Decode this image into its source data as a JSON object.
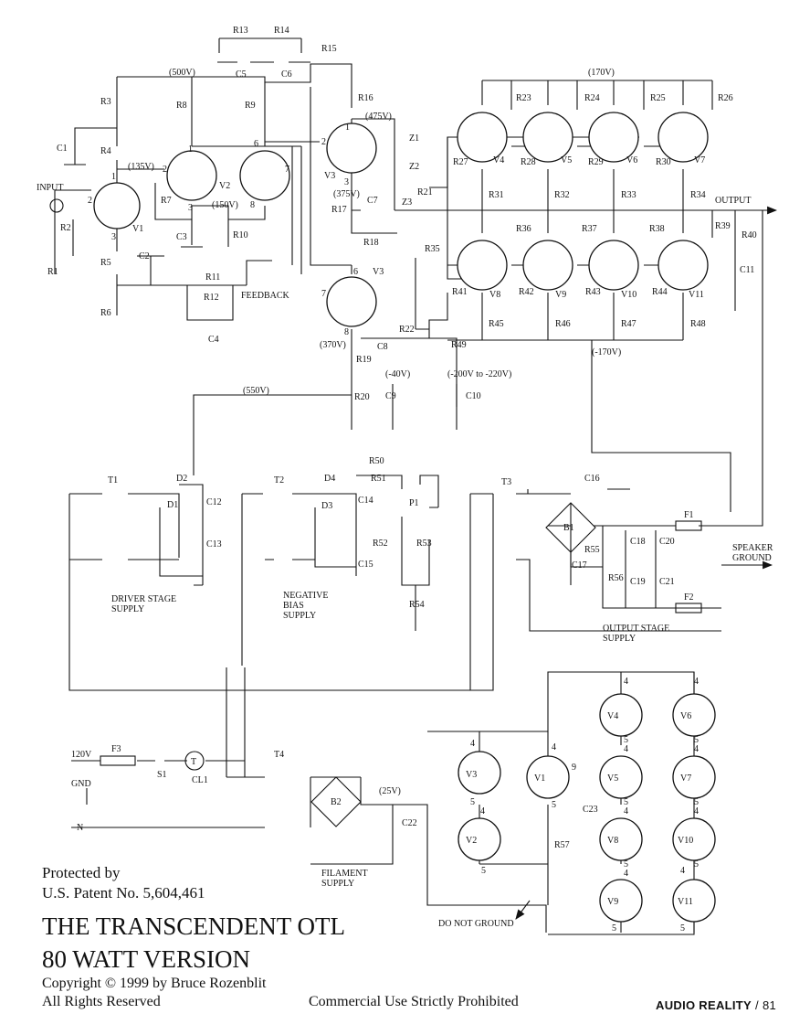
{
  "rails": {
    "v500": "(500V)",
    "v170": "(170V)",
    "v135": "(135V)",
    "v475": "(475V)",
    "v375": "(375V)",
    "v150": "(150V)",
    "v550": "(550V)",
    "v370": "(370V)",
    "vneg40": "(-40V)",
    "vneg200": "(-200V to -220V)",
    "vneg170": "(-170V)",
    "v25": "(25V)"
  },
  "labels": {
    "input": "INPUT",
    "output": "OUTPUT",
    "feedback": "FEEDBACK",
    "speaker_ground_1": "SPEAKER",
    "speaker_ground_2": "GROUND",
    "driver_supply_1": "DRIVER STAGE",
    "driver_supply_2": "SUPPLY",
    "neg_bias_1": "NEGATIVE",
    "neg_bias_2": "BIAS",
    "neg_bias_3": "SUPPLY",
    "output_supply_1": "OUTPUT STAGE",
    "output_supply_2": "SUPPLY",
    "filament_1": "FILAMENT",
    "filament_2": "SUPPLY",
    "do_not_ground": "DO NOT GROUND",
    "v120": "120V",
    "gnd": "GND",
    "neutral": "N"
  },
  "components": {
    "R1": "R1",
    "R2": "R2",
    "R3": "R3",
    "R4": "R4",
    "R5": "R5",
    "R6": "R6",
    "R7": "R7",
    "R8": "R8",
    "R9": "R9",
    "R10": "R10",
    "R11": "R11",
    "R12": "R12",
    "R13": "R13",
    "R14": "R14",
    "R15": "R15",
    "R16": "R16",
    "R17": "R17",
    "R18": "R18",
    "R19": "R19",
    "R20": "R20",
    "R21": "R21",
    "R22": "R22",
    "R23": "R23",
    "R24": "R24",
    "R25": "R25",
    "R26": "R26",
    "R27": "R27",
    "R28": "R28",
    "R29": "R29",
    "R30": "R30",
    "R31": "R31",
    "R32": "R32",
    "R33": "R33",
    "R34": "R34",
    "R35": "R35",
    "R36": "R36",
    "R37": "R37",
    "R38": "R38",
    "R39": "R39",
    "R40": "R40",
    "R41": "R41",
    "R42": "R42",
    "R43": "R43",
    "R44": "R44",
    "R45": "R45",
    "R46": "R46",
    "R47": "R47",
    "R48": "R48",
    "R49": "R49",
    "R50": "R50",
    "R51": "R51",
    "R52": "R52",
    "R53": "R53",
    "R54": "R54",
    "R55": "R55",
    "R56": "R56",
    "R57": "R57",
    "C1": "C1",
    "C2": "C2",
    "C3": "C3",
    "C4": "C4",
    "C5": "C5",
    "C6": "C6",
    "C7": "C7",
    "C8": "C8",
    "C9": "C9",
    "C10": "C10",
    "C11": "C11",
    "C12": "C12",
    "C13": "C13",
    "C14": "C14",
    "C15": "C15",
    "C16": "C16",
    "C17": "C17",
    "C18": "C18",
    "C19": "C19",
    "C20": "C20",
    "C21": "C21",
    "C22": "C22",
    "C23": "C23",
    "V1": "V1",
    "V2": "V2",
    "V3": "V3",
    "V4": "V4",
    "V5": "V5",
    "V6": "V6",
    "V7": "V7",
    "V8": "V8",
    "V9": "V9",
    "V10": "V10",
    "V11": "V11",
    "Z1": "Z1",
    "Z2": "Z2",
    "Z3": "Z3",
    "D1": "D1",
    "D2": "D2",
    "D3": "D3",
    "D4": "D4",
    "T1": "T1",
    "T2": "T2",
    "T3": "T3",
    "T4": "T4",
    "B1": "B1",
    "B2": "B2",
    "F1": "F1",
    "F2": "F2",
    "F3": "F3",
    "P1": "P1",
    "S1": "S1",
    "CL1": "CL1",
    "T": "T"
  },
  "pins": {
    "p1": "1",
    "p2": "2",
    "p3": "3",
    "p4": "4",
    "p5": "5",
    "p6": "6",
    "p7": "7",
    "p8": "8",
    "p9": "9"
  },
  "footer": {
    "patent_line1": "Protected by",
    "patent_line2": "U.S. Patent No. 5,604,461",
    "title_line1": "THE TRANSCENDENT OTL",
    "title_line2": "80 WATT VERSION",
    "copyright_line1": "Copyright © 1999 by Bruce Rozenblit",
    "copyright_line2": "All Rights Reserved",
    "commercial": "Commercial Use Strictly Prohibited",
    "brand": "AUDIO REALITY",
    "separator": "/",
    "page": "81"
  }
}
